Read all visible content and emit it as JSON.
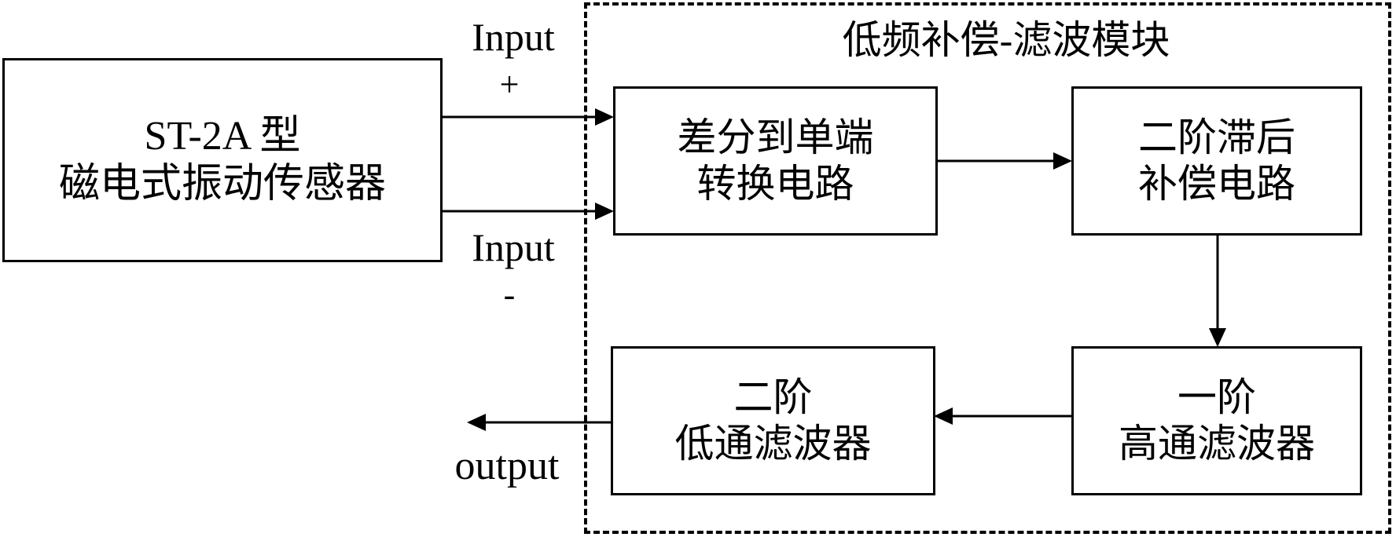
{
  "module": {
    "title": "低频补偿-滤波模块"
  },
  "sensor": {
    "line1": "ST-2A 型",
    "line2": "磁电式振动传感器"
  },
  "inputs": {
    "plus_label": "Input",
    "plus_sign": "+",
    "minus_label": "Input",
    "minus_sign": "-"
  },
  "output": {
    "label": "output"
  },
  "blocks": {
    "diff": {
      "line1": "差分到单端",
      "line2": "转换电路"
    },
    "lag": {
      "line1": "二阶滞后",
      "line2": "补偿电路"
    },
    "highpass": {
      "line1": "一阶",
      "line2": "高通滤波器"
    },
    "lowpass": {
      "line1": "二阶",
      "line2": "低通滤波器"
    }
  }
}
